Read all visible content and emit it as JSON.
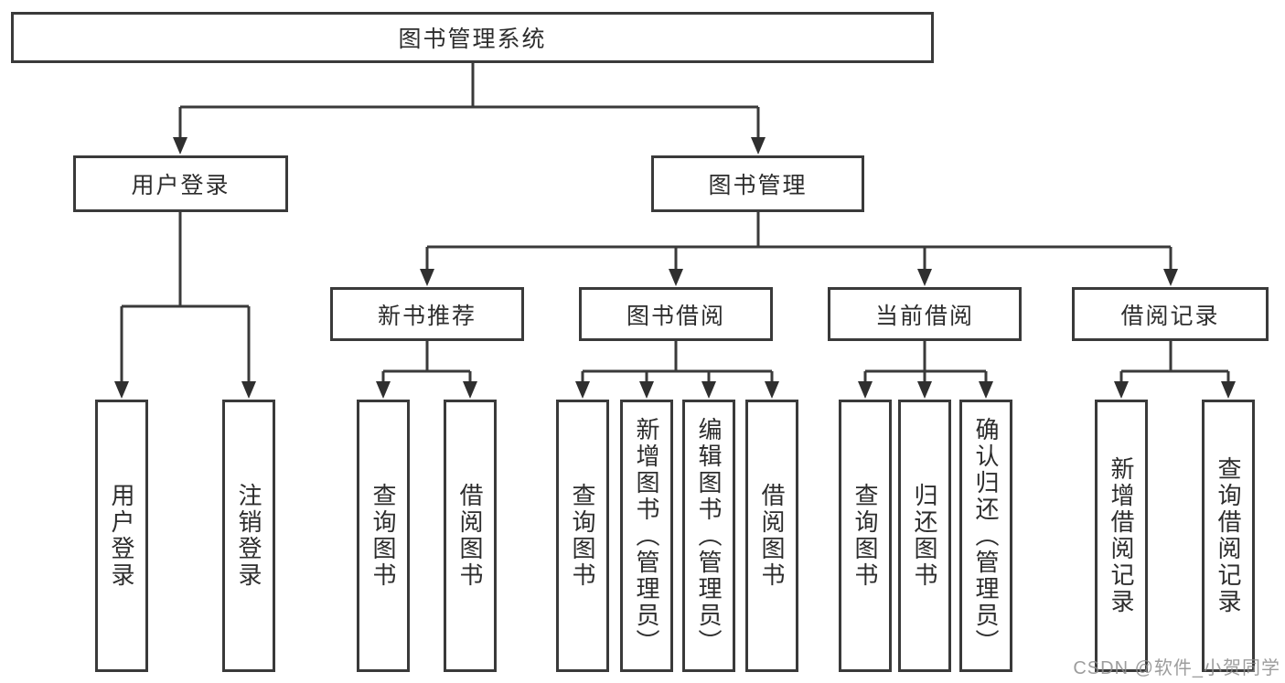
{
  "style": {
    "line_color": "#3a3a3a",
    "box_border_color": "#3a3a3a",
    "text_color": "#2d2d2d",
    "watermark_color": "#8c8c8c",
    "background": "#ffffff"
  },
  "tree": {
    "label": "图书管理系统",
    "children": [
      {
        "label": "用户登录",
        "children": [
          {
            "label": "用户登录"
          },
          {
            "label": "注销登录"
          }
        ]
      },
      {
        "label": "图书管理",
        "children": [
          {
            "label": "新书推荐",
            "children": [
              {
                "label": "查询图书"
              },
              {
                "label": "借阅图书"
              }
            ]
          },
          {
            "label": "图书借阅",
            "children": [
              {
                "label": "查询图书"
              },
              {
                "label": "新增图书（管理员）"
              },
              {
                "label": "编辑图书（管理员）"
              },
              {
                "label": "借阅图书"
              }
            ]
          },
          {
            "label": "当前借阅",
            "children": [
              {
                "label": "查询图书"
              },
              {
                "label": "归还图书"
              },
              {
                "label": "确认归还（管理员）"
              }
            ]
          },
          {
            "label": "借阅记录",
            "children": [
              {
                "label": "新增借阅记录"
              },
              {
                "label": "查询借阅记录"
              }
            ]
          }
        ]
      }
    ]
  },
  "watermark": {
    "text": "CSDN @软件_小贺同学"
  }
}
